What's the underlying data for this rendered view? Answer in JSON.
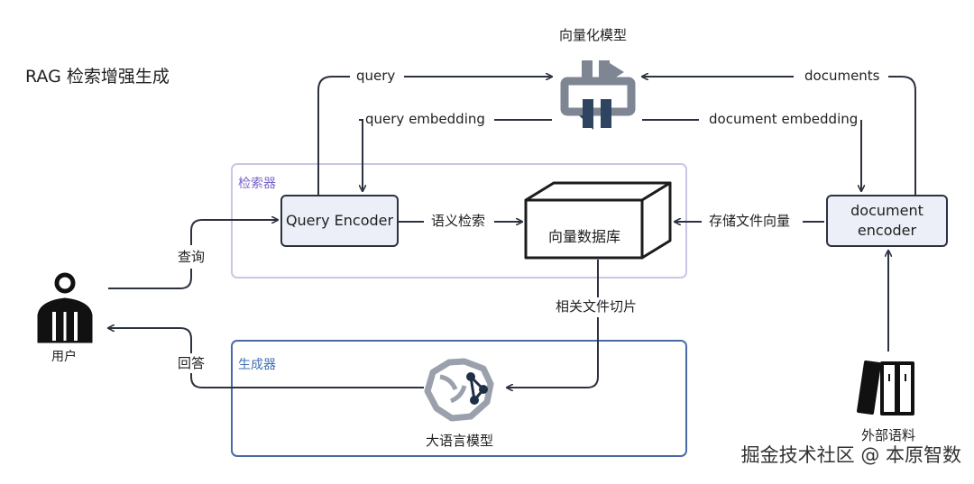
{
  "title": "RAG 检索增强生成",
  "groups": {
    "retriever": "检索器",
    "generator": "生成器"
  },
  "nodes": {
    "embedding_model": "向量化模型",
    "query_encoder": "Query Encoder",
    "vector_db": "向量数据库",
    "document_encoder": "document\nencoder",
    "llm": "大语言模型",
    "user": "用户",
    "external_corpus": "外部语料"
  },
  "edges": {
    "query": "query",
    "query_embedding": "query embedding",
    "documents": "documents",
    "document_embedding": "document embedding",
    "semantic_search": "语义检索",
    "store_vectors": "存储文件向量",
    "ask": "查询",
    "relevant_chunks": "相关文件切片",
    "answer": "回答"
  },
  "watermark": "掘金技术社区 @ 本原智数",
  "colors": {
    "retriever_border": "#c9c6e6",
    "generator_border": "#4a6aa6",
    "node_fill": "#eceff7",
    "stroke": "#2d3240"
  },
  "icons": [
    "embedding-model-icon",
    "database-cube-icon",
    "user-icon",
    "brain-icon",
    "books-icon"
  ]
}
